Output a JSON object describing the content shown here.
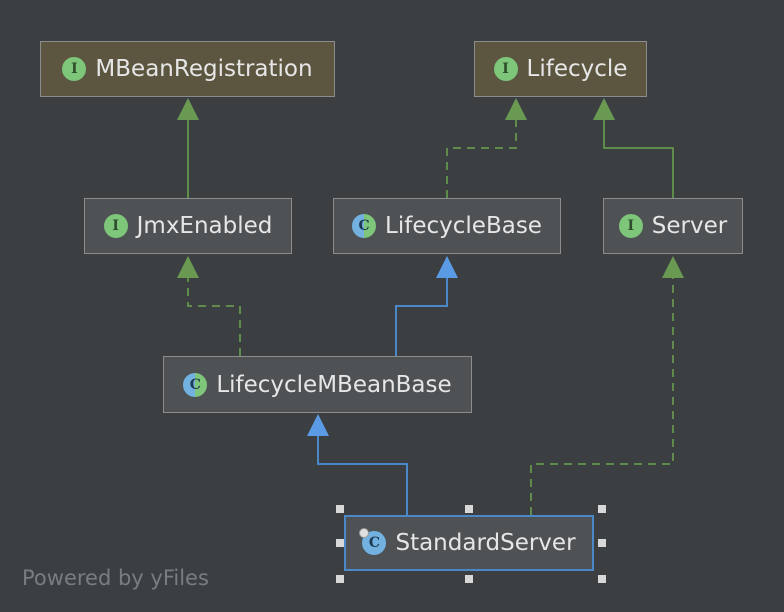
{
  "diagram": {
    "colors": {
      "background": "#3c3f41",
      "realization_edge": "#5f8c4a",
      "realization_head": "#6a9a52",
      "inheritance_edge": "#4a88c7",
      "inheritance_head": "#5b9be6",
      "selection": "#4a88c7"
    },
    "nodes": [
      {
        "id": "MBeanRegistration",
        "label": "MBeanRegistration",
        "kind": "interface",
        "icon": "interface-icon",
        "badge": "I"
      },
      {
        "id": "Lifecycle",
        "label": "Lifecycle",
        "kind": "interface",
        "icon": "interface-icon",
        "badge": "I"
      },
      {
        "id": "JmxEnabled",
        "label": "JmxEnabled",
        "kind": "interface",
        "icon": "interface-icon",
        "badge": "I"
      },
      {
        "id": "LifecycleBase",
        "label": "LifecycleBase",
        "kind": "abstract-class",
        "icon": "abstract-class-icon",
        "badge": "C"
      },
      {
        "id": "Server",
        "label": "Server",
        "kind": "interface",
        "icon": "interface-icon",
        "badge": "I"
      },
      {
        "id": "LifecycleMBeanBase",
        "label": "LifecycleMBeanBase",
        "kind": "abstract-class",
        "icon": "abstract-class-icon",
        "badge": "C"
      },
      {
        "id": "StandardServer",
        "label": "StandardServer",
        "kind": "class",
        "icon": "class-icon",
        "badge": "C",
        "selected": true
      }
    ],
    "edges": [
      {
        "from": "JmxEnabled",
        "to": "MBeanRegistration",
        "type": "extends"
      },
      {
        "from": "LifecycleBase",
        "to": "Lifecycle",
        "type": "implements"
      },
      {
        "from": "Server",
        "to": "Lifecycle",
        "type": "extends"
      },
      {
        "from": "LifecycleMBeanBase",
        "to": "JmxEnabled",
        "type": "implements"
      },
      {
        "from": "LifecycleMBeanBase",
        "to": "LifecycleBase",
        "type": "inherits"
      },
      {
        "from": "StandardServer",
        "to": "LifecycleMBeanBase",
        "type": "inherits"
      },
      {
        "from": "StandardServer",
        "to": "Server",
        "type": "implements"
      }
    ]
  },
  "watermark": "Powered by yFiles"
}
